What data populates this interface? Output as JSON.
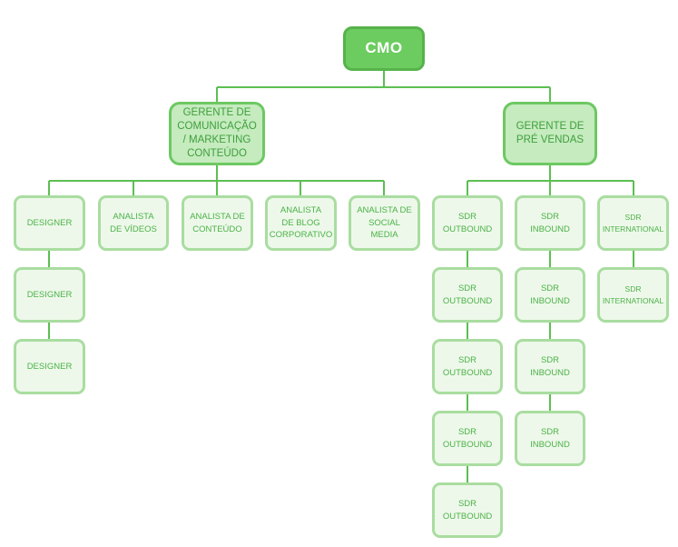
{
  "colors": {
    "line": "#5cbf52",
    "root_fill": "#6ccc5f",
    "manager_fill": "#c5ebbf",
    "node_fill": "#edf8ea",
    "text": "#4cb247"
  },
  "nodes": {
    "cmo": "CMO",
    "gerente_comunicacao": "GERENTE DE\nCOMUNICAÇÃO\n/ MARKETING\nCONTEÚDO",
    "gerente_pre_vendas": "GERENTE DE\nPRÉ VENDAS",
    "designer_1": "DESIGNER",
    "designer_2": "DESIGNER",
    "designer_3": "DESIGNER",
    "analista_videos": "ANALISTA\nDE VÍDEOS",
    "analista_conteudo": "ANALISTA DE\nCONTEÚDO",
    "analista_blog": "ANALISTA\nDE BLOG\nCORPORATIVO",
    "analista_social": "ANALISTA DE\nSOCIAL MEDIA",
    "sdr_outbound_1": "SDR\nOUTBOUND",
    "sdr_outbound_2": "SDR\nOUTBOUND",
    "sdr_outbound_3": "SDR\nOUTBOUND",
    "sdr_outbound_4": "SDR\nOUTBOUND",
    "sdr_outbound_5": "SDR\nOUTBOUND",
    "sdr_inbound_1": "SDR\nINBOUND",
    "sdr_inbound_2": "SDR\nINBOUND",
    "sdr_inbound_3": "SDR\nINBOUND",
    "sdr_inbound_4": "SDR\nINBOUND",
    "sdr_international_1": "SDR\nINTERNATIONAL",
    "sdr_international_2": "SDR\nINTERNATIONAL"
  }
}
